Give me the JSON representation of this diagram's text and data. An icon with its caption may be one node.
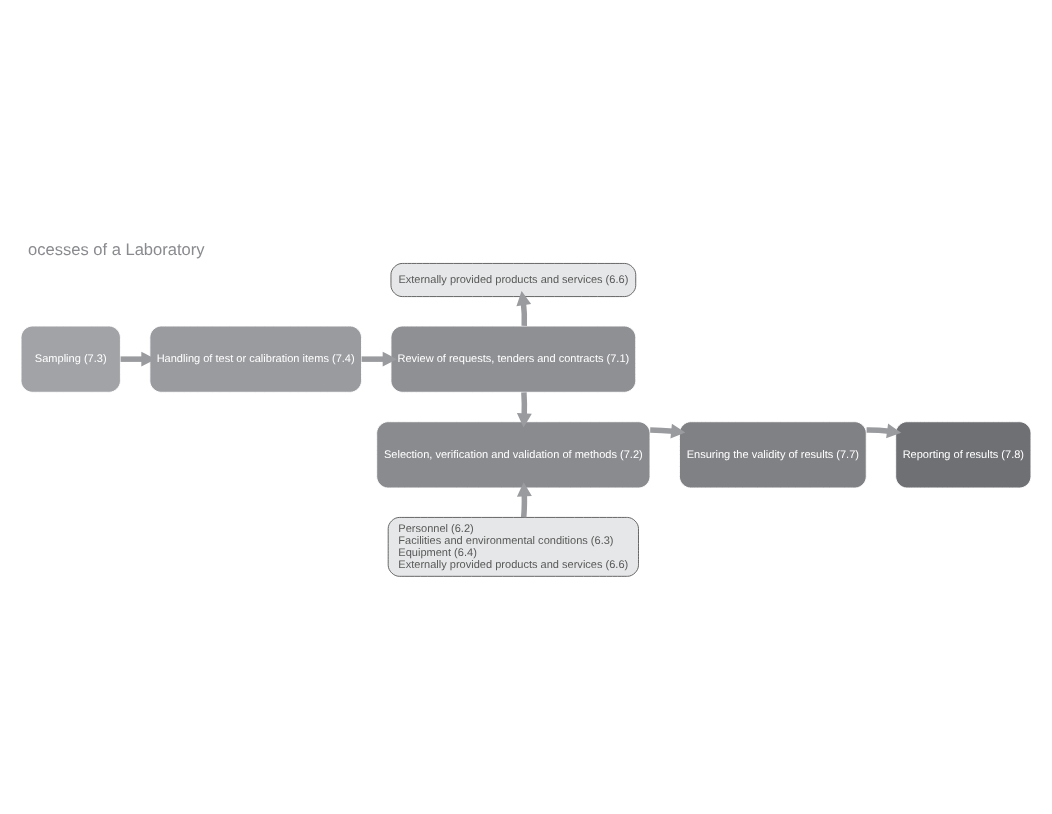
{
  "diagram": {
    "title": "ocesses of a Laboratory",
    "nodes": [
      {
        "text": [
          "Externally provided products and services (6.6)"
        ]
      },
      {
        "text": [
          "Sampling (7.3)"
        ]
      },
      {
        "text": [
          "Handling of test or calibration items (7.4)"
        ]
      },
      {
        "text": [
          "Review of requests, tenders and contracts (7.1)"
        ]
      },
      {
        "text": [
          "Reporting of results (7.8)"
        ]
      },
      {
        "text": [
          "Ensuring the validity of results (7.7)"
        ]
      },
      {
        "text": [
          "Selection, verification and validation of methods (7.2)"
        ]
      },
      {
        "text": [
          "Personnel (6.2)",
          "Facilities and environmental conditions (6.3)",
          "Equipment (6.4)",
          "Externally provided products and services (6.6)"
        ]
      }
    ],
    "edges": [
      {
        "from": 1,
        "to": 2,
        "arrow": "to"
      },
      {
        "from": 2,
        "to": 3,
        "arrow": "to"
      },
      {
        "from": 3,
        "to": 0,
        "arrow": "to"
      },
      {
        "from": 3,
        "to": 6,
        "arrow": "to"
      },
      {
        "from": 6,
        "to": 5,
        "arrow": "to"
      },
      {
        "from": 5,
        "to": 4,
        "arrow": "to"
      },
      {
        "from": 7,
        "to": 6,
        "arrow": "to"
      }
    ]
  }
}
